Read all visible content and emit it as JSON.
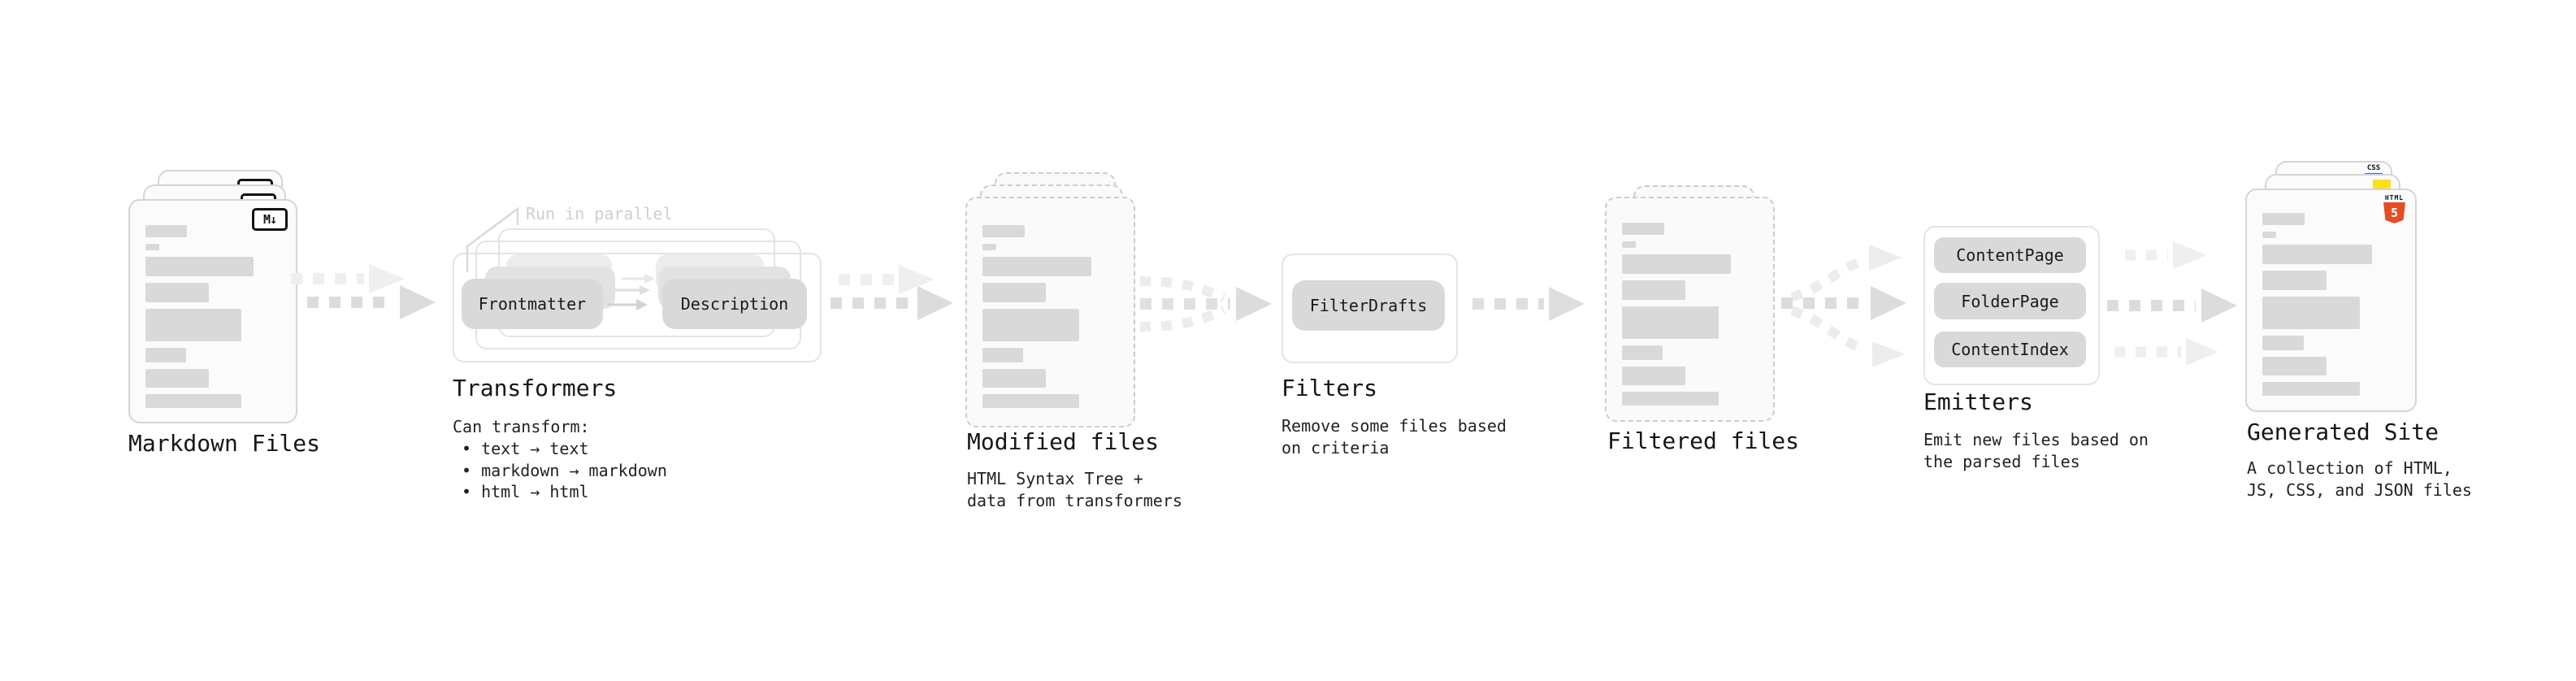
{
  "diagram": {
    "stages": {
      "markdown": {
        "title": "Markdown Files",
        "icon_label": "M↓"
      },
      "transformers": {
        "title": "Transformers",
        "note": "Run in parallel",
        "node_frontmatter": "Frontmatter",
        "node_description": "Description",
        "caption": "Can transform:",
        "bullets": "• text → text\n• markdown → markdown\n• html → html"
      },
      "modified": {
        "title": "Modified files",
        "caption": "HTML Syntax Tree +\ndata from transformers"
      },
      "filters": {
        "title": "Filters",
        "node_filterdrafts": "FilterDrafts",
        "caption": "Remove some files based\non criteria"
      },
      "filtered": {
        "title": "Filtered files"
      },
      "emitters": {
        "title": "Emitters",
        "buttons": [
          "ContentPage",
          "FolderPage",
          "ContentIndex"
        ],
        "caption": "Emit new files based on\nthe parsed files"
      },
      "generated": {
        "title": "Generated Site",
        "caption": "A collection of HTML,\nJS, CSS, and JSON files",
        "badge_css": "CSS",
        "badge_html": "HTML",
        "badge_html_num": "5"
      }
    },
    "colors": {
      "background": "#ffffff",
      "doc_border": "#d5d5d5",
      "doc_dashed_border": "#cccccc",
      "doc_fill": "#fbfbfb",
      "bar_fill": "#d9d9d9",
      "outline_box": "#e4e4e4",
      "node_fill": "#d9d9d9",
      "arrow_main": "#dcdcdc",
      "arrow_ghost": "#efefef",
      "note_text": "#cfcfcf",
      "markdown_icon": "#121212",
      "css_blue": "#2f6bf2",
      "js_yellow": "#ffdf1b",
      "html5_orange": "#e44d26"
    },
    "doc_bars": {
      "standard": [
        {
          "w": "31%",
          "h": 15
        },
        {
          "w": "10%",
          "h": 8
        },
        {
          "w": "80%",
          "h": 24
        },
        {
          "w": "47%",
          "h": 24
        },
        {
          "w": "71%",
          "h": 40
        },
        {
          "w": "30%",
          "h": 18
        },
        {
          "w": "47%",
          "h": 23
        },
        {
          "w": "71%",
          "h": 17
        }
      ]
    }
  }
}
